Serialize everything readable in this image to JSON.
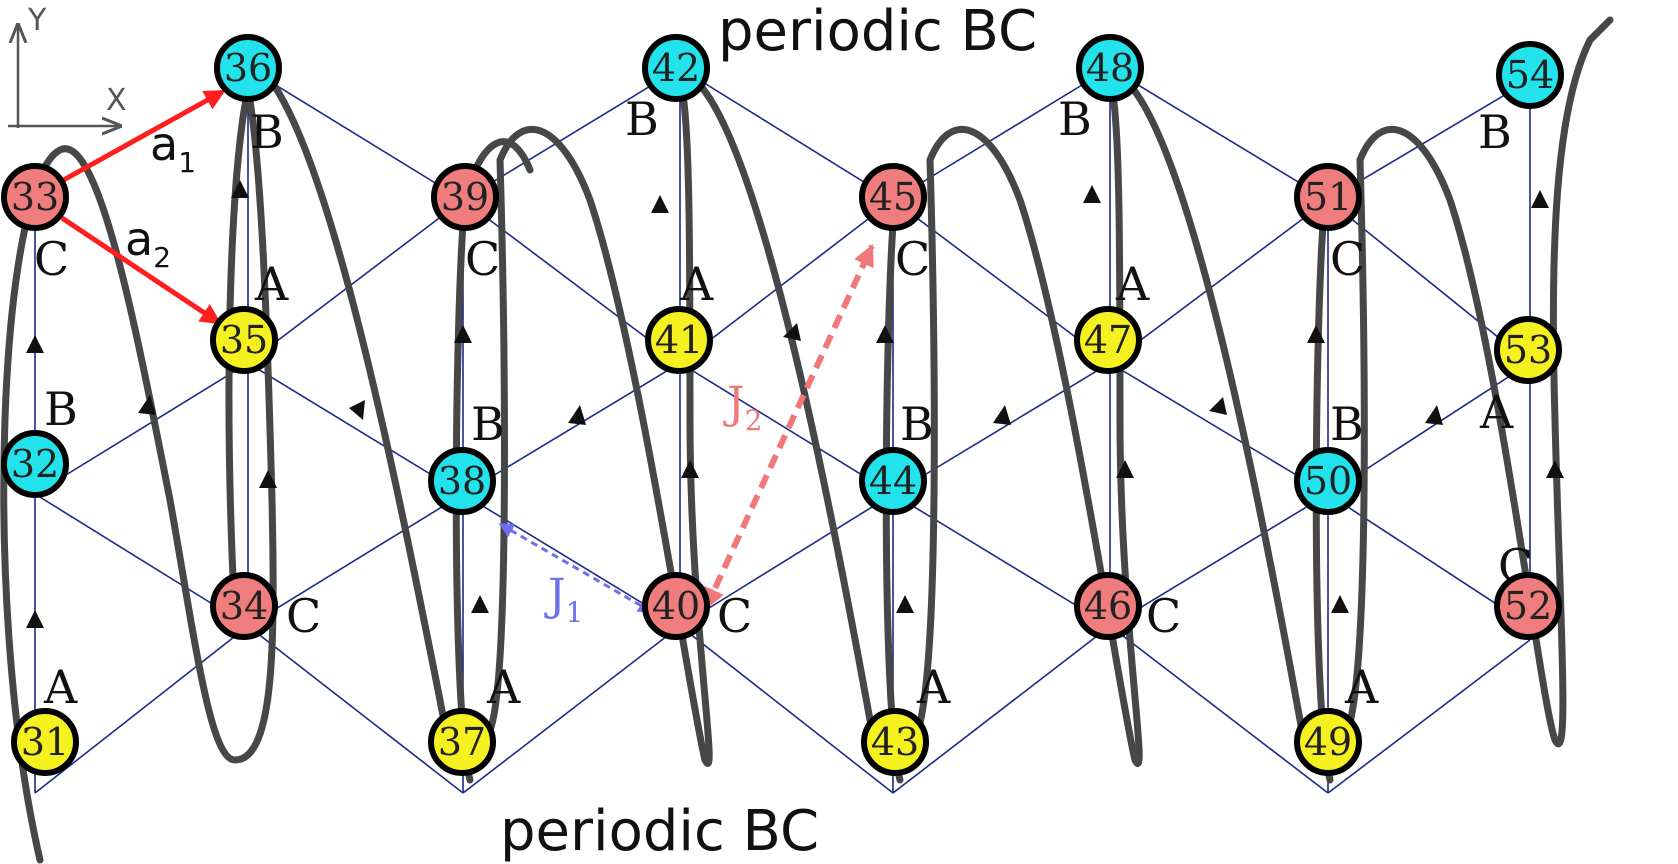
{
  "colors": {
    "A": "#f5f020",
    "B": "#22e3ec",
    "C": "#f07d7d",
    "bond": "#1c2a8a",
    "loop": "#474747",
    "vector": "#ff1f1f",
    "J1": "#6f6ff0",
    "J2": "#f07878"
  },
  "labels": {
    "top_bc": "periodic BC",
    "bottom_bc": "periodic BC",
    "axis_x": "X",
    "axis_y": "Y",
    "a1": "a",
    "a1_sub": "1",
    "a2": "a",
    "a2_sub": "2",
    "J1": "J",
    "J1_sub": "1",
    "J2": "J",
    "J2_sub": "2"
  },
  "sites": [
    {
      "id": "31",
      "type": "A"
    },
    {
      "id": "32",
      "type": "B"
    },
    {
      "id": "33",
      "type": "C"
    },
    {
      "id": "34",
      "type": "C"
    },
    {
      "id": "35",
      "type": "A"
    },
    {
      "id": "36",
      "type": "B"
    },
    {
      "id": "37",
      "type": "A"
    },
    {
      "id": "38",
      "type": "B"
    },
    {
      "id": "39",
      "type": "C"
    },
    {
      "id": "40",
      "type": "C"
    },
    {
      "id": "41",
      "type": "A"
    },
    {
      "id": "42",
      "type": "B"
    },
    {
      "id": "43",
      "type": "A"
    },
    {
      "id": "44",
      "type": "B"
    },
    {
      "id": "45",
      "type": "C"
    },
    {
      "id": "46",
      "type": "C"
    },
    {
      "id": "47",
      "type": "A"
    },
    {
      "id": "48",
      "type": "B"
    },
    {
      "id": "49",
      "type": "A"
    },
    {
      "id": "50",
      "type": "B"
    },
    {
      "id": "51",
      "type": "C"
    },
    {
      "id": "52",
      "type": "C"
    },
    {
      "id": "53",
      "type": "A"
    },
    {
      "id": "54",
      "type": "B"
    }
  ]
}
